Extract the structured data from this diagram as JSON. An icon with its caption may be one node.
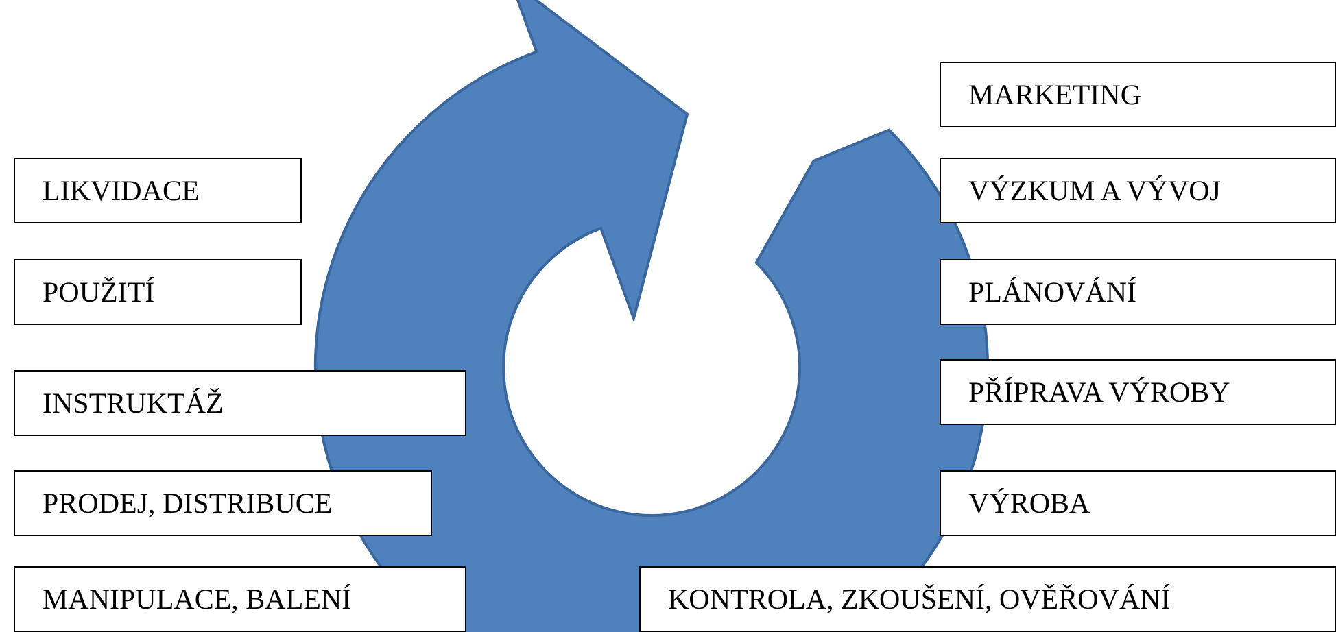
{
  "diagram": {
    "nodes": [
      {
        "text": [
          "MARKETING"
        ]
      },
      {
        "text": [
          "LIKVIDACE"
        ]
      },
      {
        "text": [
          "VÝZKUM A VÝVOJ"
        ]
      },
      {
        "text": [
          "POUŽITÍ"
        ]
      },
      {
        "text": [
          "PLÁNOVÁNÍ"
        ]
      },
      {
        "text": [
          "INSTRUKTÁŽ"
        ]
      },
      {
        "text": [
          "PŘÍPRAVA VÝROBY"
        ]
      },
      {
        "text": [
          "PRODEJ, DISTRIBUCE"
        ]
      },
      {
        "text": [
          "VÝROBA"
        ]
      },
      {
        "text": [
          "MANIPULACE, BALENÍ"
        ]
      },
      {
        "text": [
          "KONTROLA, ZKOUŠENÍ, OVĚŘOVÁNÍ"
        ]
      }
    ]
  }
}
